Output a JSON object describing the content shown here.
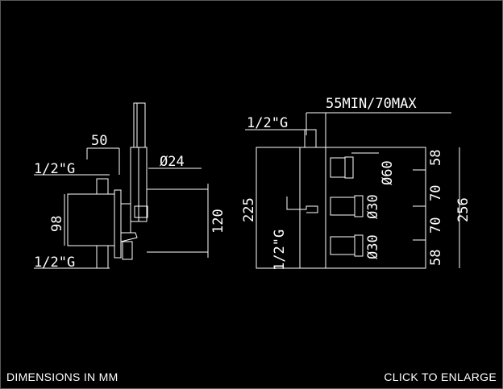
{
  "footer": {
    "dimensions_label": "DIMENSIONS IN MM",
    "enlarge_label": "CLICK TO ENLARGE"
  },
  "side_view": {
    "width_50": "50",
    "dia_24": "Ø24",
    "thread_top": "1/2\"G",
    "thread_bottom": "1/2\"G",
    "height_98": "98",
    "height_120": "120"
  },
  "front_view": {
    "depth_range": "55MIN/70MAX",
    "thread_top": "1/2\"G",
    "thread_side": "1/2\"G",
    "height_225": "225",
    "dia_60": "Ø60",
    "dia_30_a": "Ø30",
    "dia_30_b": "Ø30",
    "seg_58_top": "58",
    "seg_70_a": "70",
    "seg_70_b": "70",
    "seg_58_bottom": "58",
    "total_256": "256"
  }
}
